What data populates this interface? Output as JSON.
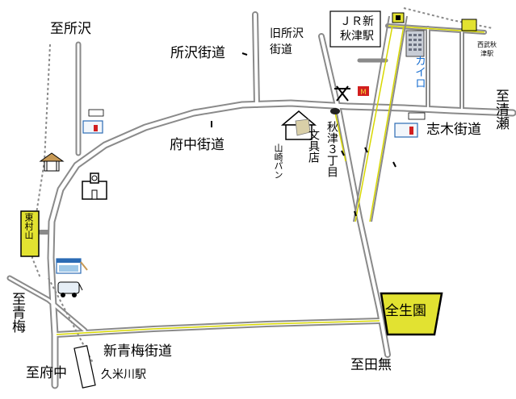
{
  "labels": {
    "to_tokorozawa": "至所沢",
    "tokorozawa_kaido": "所沢街道",
    "old_tokorozawa_kaido": "旧所沢街道",
    "jr_station": "ＪＲ新秋津駅",
    "seibu_station": "西武秋津駅",
    "kairo": "カイロ",
    "to_kiyose": "至清瀬",
    "shiki_kaido": "志木街道",
    "fuchu_kaido": "府中街道",
    "stationery": "文具店",
    "yamazaki_pan": "山崎パン",
    "akitsu_3chome": "秋津３丁目",
    "higashimurayama": "東村山",
    "to_ome": "至青梅",
    "shin_ome_kaido": "新青梅街道",
    "to_fuchu": "至府中",
    "kumegawa_station": "久米川駅",
    "to_tanashi": "至田無",
    "destination": "全生園"
  },
  "colors": {
    "road": "#8a8a8a",
    "railway": "#8a8a8a",
    "rail_highlight": "#d8d800",
    "destination_fill": "#e2e231",
    "station_fill": "#e2e231",
    "text": "#000000",
    "kairo_text": "#1a6fd0"
  },
  "icons": [
    "police-box-icon",
    "shrine-icon",
    "school-icon",
    "post-office-icon",
    "convenience-store-icon",
    "hospital-icon",
    "bakery-icon",
    "mcdonalds-icon",
    "bus-stop-icon",
    "office-building-icon",
    "traffic-light-icon"
  ]
}
